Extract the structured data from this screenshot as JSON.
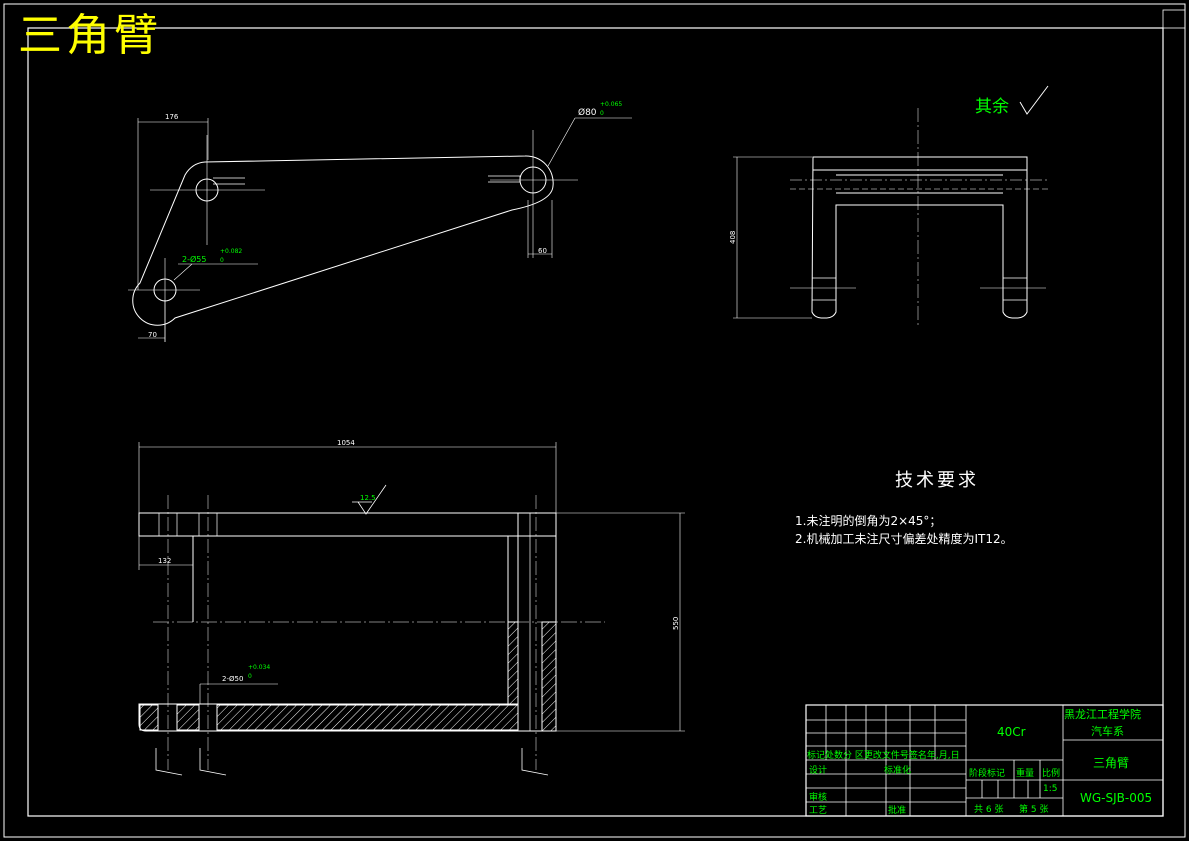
{
  "drawing": {
    "title": "三角臂",
    "surface_note": "其余",
    "technical_requirements": {
      "heading": "技术要求",
      "items": [
        "1.未注明的倒角为2×45°；",
        "2.机械加工未注尺寸偏差处精度为IT12。"
      ]
    },
    "dimensions": {
      "top_width": "176",
      "bore_large": "Ø80",
      "bore_large_tol_upper": "+0.065",
      "bore_large_tol_lower": "0",
      "bore_small": "2-Ø55",
      "bore_small_tol_upper": "+0.082",
      "bore_small_tol_lower": "0",
      "end_width": "60",
      "left_offset": "70",
      "side_height": "408",
      "overall_length": "1054",
      "surface_roughness": "12.5",
      "left_inset": "132",
      "overall_height": "550",
      "bore_bottom": "2-Ø50",
      "bore_bottom_tol_upper": "+0.034",
      "bore_bottom_tol_lower": "0"
    }
  },
  "title_block": {
    "material": "40Cr",
    "school": "黑龙江工程学院",
    "department": "汽车系",
    "part_name": "三角臂",
    "drawing_number": "WG-SJB-005",
    "scale": "1:5",
    "sheet_total": "共 6 张",
    "sheet_number": "第 5 张",
    "row_labels": "标记处数分  区更改文件号签名年,月,日",
    "design_label": "设计",
    "standardize_label": "标准化",
    "stage_label": "阶段标记",
    "weight_label": "重量",
    "ratio_label": "比例",
    "review_label": "审核",
    "process_label": "工艺",
    "approve_label": "批准"
  },
  "colors": {
    "background": "#000000",
    "line": "#ffffff",
    "annotation": "#00ff00",
    "title": "#ffff00"
  }
}
